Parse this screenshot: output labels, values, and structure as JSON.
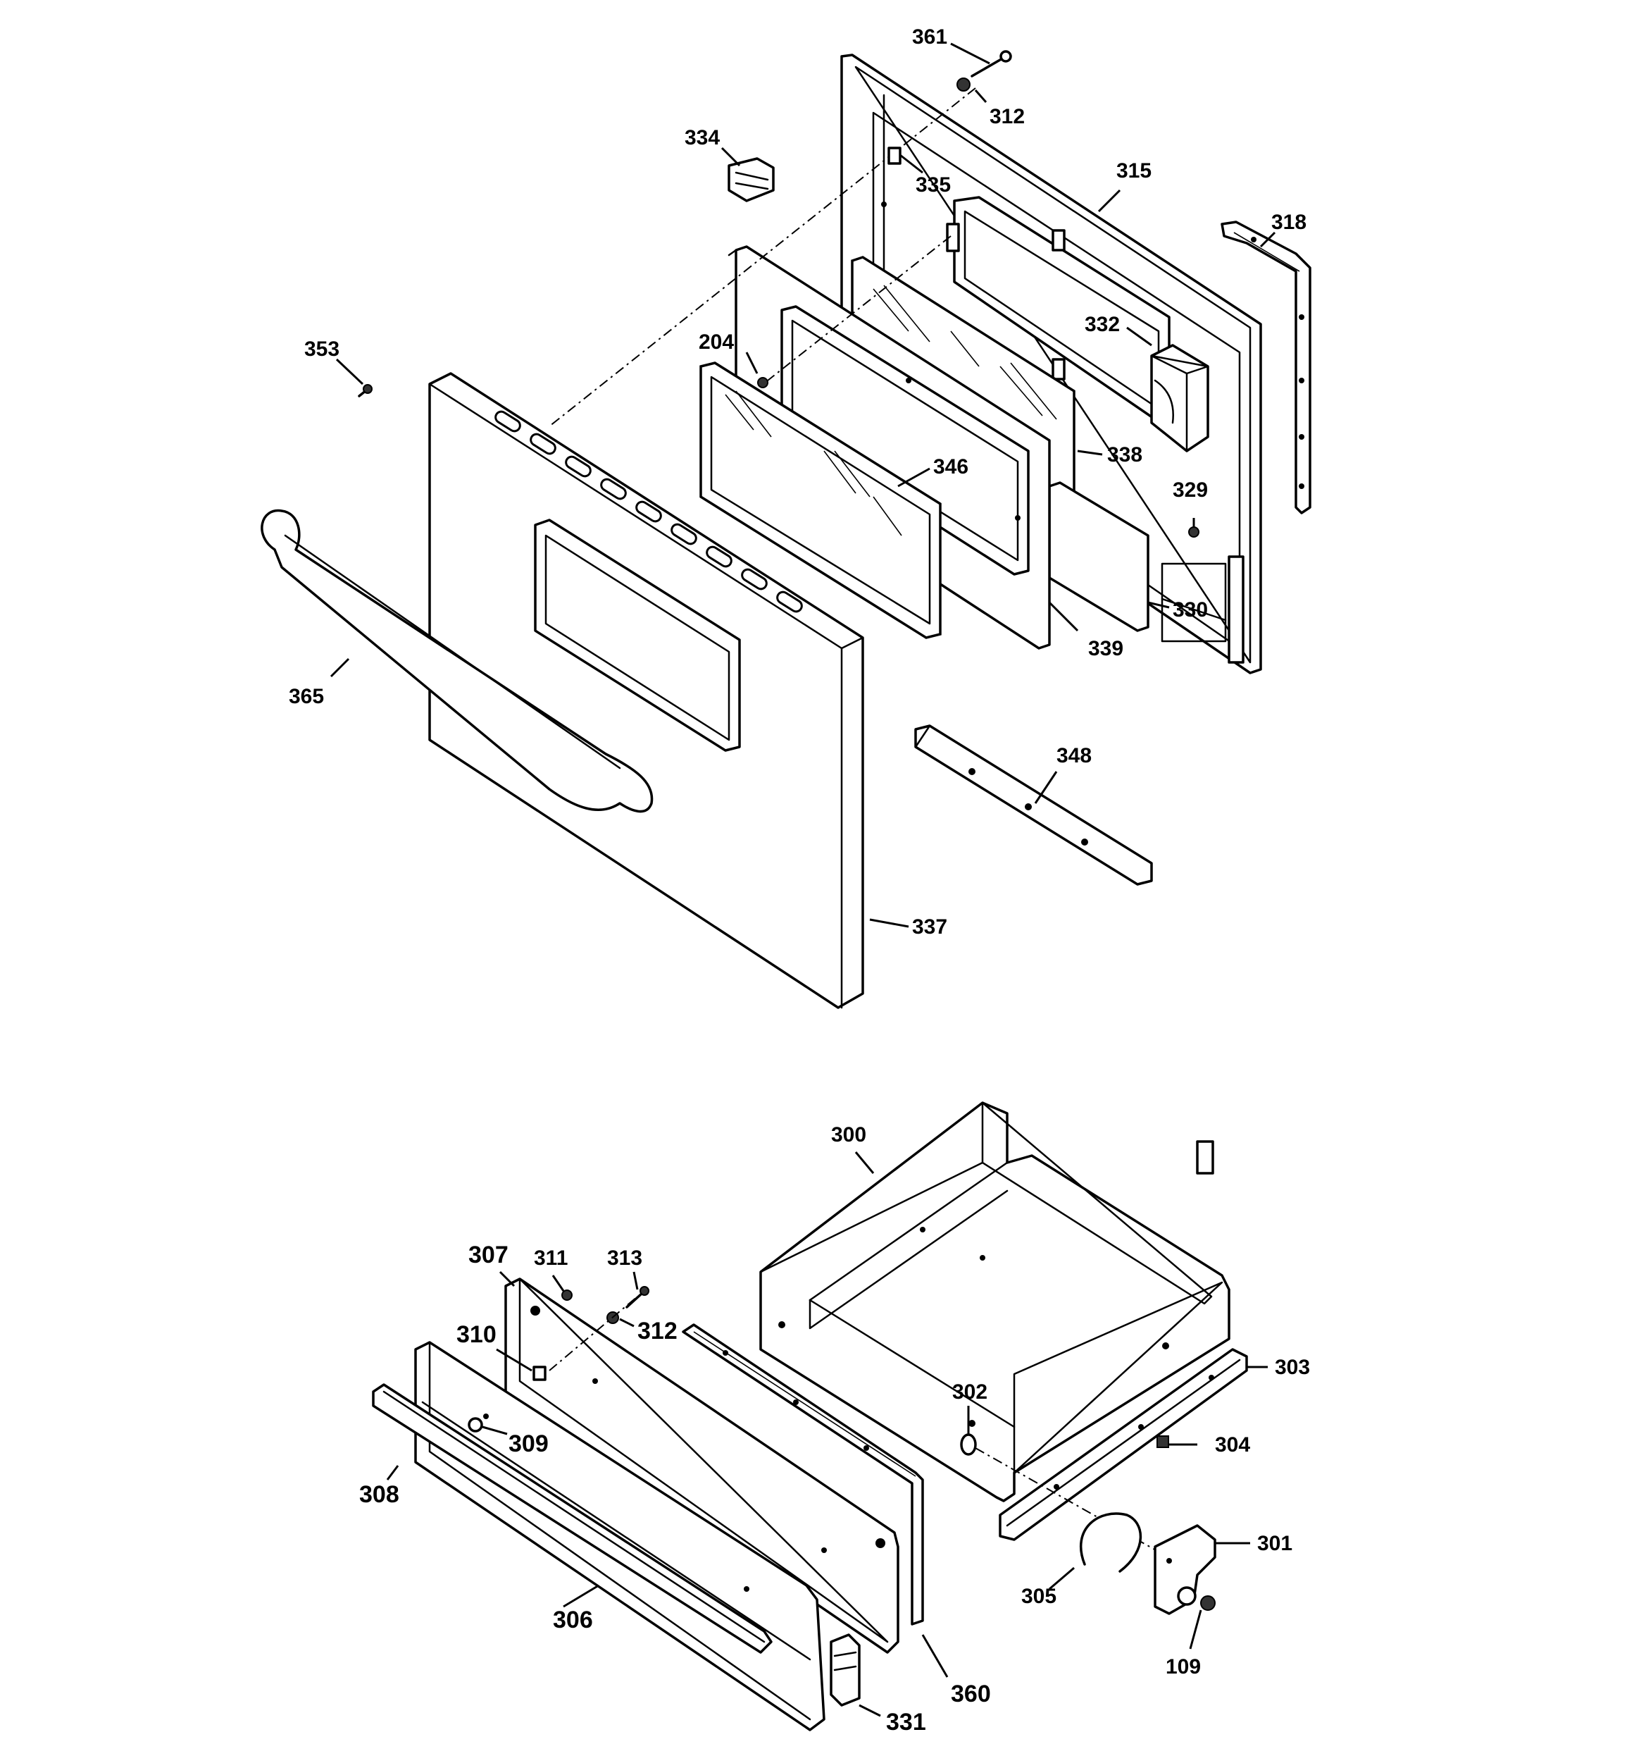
{
  "diagram": {
    "callouts": [
      {
        "id": "c361",
        "label": "361"
      },
      {
        "id": "c312a",
        "label": "312"
      },
      {
        "id": "c334",
        "label": "334"
      },
      {
        "id": "c335",
        "label": "335"
      },
      {
        "id": "c315",
        "label": "315"
      },
      {
        "id": "c318",
        "label": "318"
      },
      {
        "id": "c332",
        "label": "332"
      },
      {
        "id": "c353",
        "label": "353"
      },
      {
        "id": "c204",
        "label": "204"
      },
      {
        "id": "c346",
        "label": "346"
      },
      {
        "id": "c338",
        "label": "338"
      },
      {
        "id": "c329",
        "label": "329"
      },
      {
        "id": "c330",
        "label": "330"
      },
      {
        "id": "c339",
        "label": "339"
      },
      {
        "id": "c365",
        "label": "365"
      },
      {
        "id": "c348",
        "label": "348"
      },
      {
        "id": "c337",
        "label": "337"
      },
      {
        "id": "c300",
        "label": "300"
      },
      {
        "id": "c307",
        "label": "307"
      },
      {
        "id": "c311",
        "label": "311"
      },
      {
        "id": "c313",
        "label": "313"
      },
      {
        "id": "c312b",
        "label": "312"
      },
      {
        "id": "c310",
        "label": "310"
      },
      {
        "id": "c302",
        "label": "302"
      },
      {
        "id": "c303",
        "label": "303"
      },
      {
        "id": "c304",
        "label": "304"
      },
      {
        "id": "c309",
        "label": "309"
      },
      {
        "id": "c308",
        "label": "308"
      },
      {
        "id": "c301",
        "label": "301"
      },
      {
        "id": "c305",
        "label": "305"
      },
      {
        "id": "c306",
        "label": "306"
      },
      {
        "id": "c360",
        "label": "360"
      },
      {
        "id": "c109",
        "label": "109"
      },
      {
        "id": "c331",
        "label": "331"
      }
    ]
  }
}
